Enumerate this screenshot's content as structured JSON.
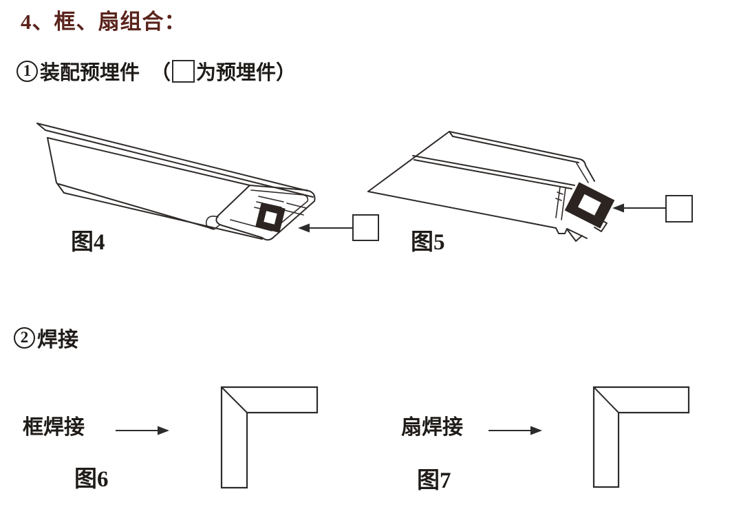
{
  "header": {
    "title": "4、框、扇组合："
  },
  "step1": {
    "number": "1",
    "label": "装配预埋件",
    "legend": {
      "open_paren": "（",
      "square_icon": "embed-part-legend-square",
      "text": "为预埋件）"
    }
  },
  "figures": {
    "fig4": {
      "caption": "图4",
      "callout_icon": "embed-part-square",
      "arrow_icon": "arrow-left"
    },
    "fig5": {
      "caption": "图5",
      "callout_icon": "embed-part-square",
      "arrow_icon": "arrow-left"
    }
  },
  "step2": {
    "number": "2",
    "label": "焊接",
    "items": [
      {
        "label": "框焊接",
        "caption": "图6",
        "arrow_icon": "arrow-right",
        "drawing": "welded-corner"
      },
      {
        "label": "扇焊接",
        "caption": "图7",
        "arrow_icon": "arrow-right",
        "drawing": "welded-corner"
      }
    ]
  },
  "colors": {
    "title_text": "#5a241c",
    "body_text": "#1f1b18",
    "drawing_line": "#2e2a28",
    "legend_gray": "#b4b6b3",
    "embed_part_black": "#2b2421",
    "background": "#ffffff"
  }
}
